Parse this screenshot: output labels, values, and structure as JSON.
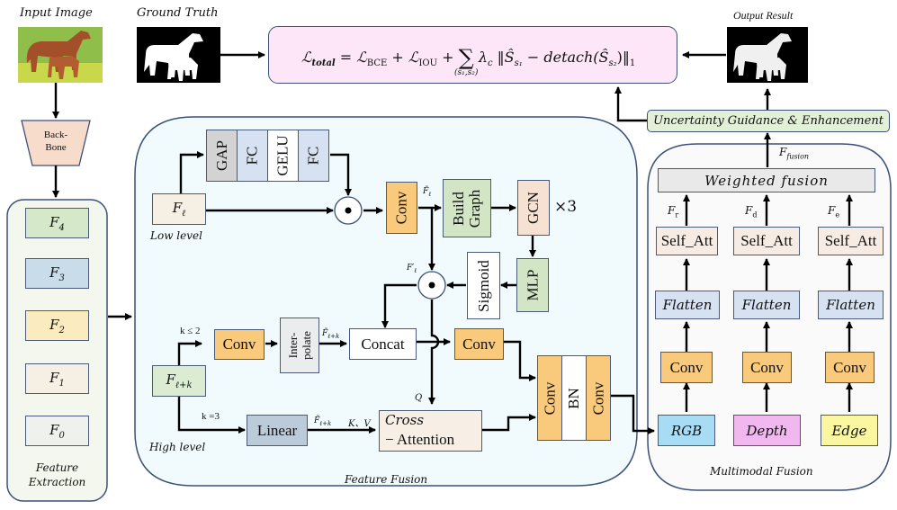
{
  "top": {
    "input_image_label": "Input Image",
    "ground_truth_label": "Ground Truth",
    "output_result_label": "Output Result",
    "loss_formula": {
      "lhs": "ℒ",
      "lhs_sub": "total",
      "term1": "ℒ",
      "term1_sub": "BCE",
      "term2": "ℒ",
      "term2_sub": "IOU",
      "sum_symbol": "∑",
      "sum_sub": "(s₁,s₂)",
      "rest": "λ",
      "rest_sub": "c",
      "norm_expr": "‖Ŝ",
      "norm_s1": "s₁",
      "minus_detach": " − detach(Ŝ",
      "norm_s2": "s₂",
      "close": ")‖",
      "close_sub": "1",
      "equals": " = ",
      "plus": " + "
    },
    "uncertainty_label": "Uncertainty Guidance & Enhancement"
  },
  "backbone": {
    "line1": "Back-",
    "line2": "Bone"
  },
  "feature_extraction": {
    "title_line1": "Feature",
    "title_line2": "Extraction",
    "features": [
      {
        "name": "F",
        "sub": "4",
        "color": "#d5e8c9"
      },
      {
        "name": "F",
        "sub": "3",
        "color": "#c9dcea"
      },
      {
        "name": "F",
        "sub": "2",
        "color": "#fbecc0"
      },
      {
        "name": "F",
        "sub": "1",
        "color": "#f6efe3"
      },
      {
        "name": "F",
        "sub": "0",
        "color": "#eff2ec"
      }
    ]
  },
  "feature_fusion": {
    "title": "Feature Fusion",
    "low_feature": "F",
    "low_feature_sub": "ℓ",
    "low_level_label": "Low level",
    "channel_attention": [
      "GAP",
      "FC",
      "GELU",
      "FC"
    ],
    "conv_label": "Conv",
    "f_tilde_l": "F̃",
    "f_tilde_l_sub": "ℓ",
    "build_graph_line1": "Build",
    "build_graph_line2": "Graph",
    "gcn_label": "GCN",
    "gcn_repeat": "×3",
    "mlp_label": "MLP",
    "sigmoid_label": "Sigmoid",
    "f_prime_l": "F′",
    "f_prime_l_sub": "ℓ",
    "high_feature": "F",
    "high_feature_sub": "ℓ+k",
    "high_level_label": "High level",
    "k_le_2": "k ≤ 2",
    "k_eq_3": "k =3",
    "conv2_label": "Conv",
    "interpolate_line1": "Inter-",
    "interpolate_line2": "polate",
    "f_tilde_lk": "F̃",
    "f_tilde_lk_sub": "ℓ+k",
    "concat_label": "Concat",
    "conv3_label": "Conv",
    "linear_label": "Linear",
    "f_tilde_lk2": "F̃",
    "f_tilde_lk2_sub": "ℓ+k",
    "kv_label": "K、V",
    "q_label": "Q",
    "cross_line1": "Cross",
    "cross_line2": "− Attention",
    "cbc": [
      "Conv",
      "BN",
      "Conv"
    ]
  },
  "multimodal_fusion": {
    "title": "Multimodal Fusion",
    "f_fusion": "F",
    "f_fusion_sub": "fusion",
    "weighted_fusion": "Weighted fusion",
    "branches": [
      {
        "feat": "F",
        "feat_sub": "r",
        "self_att": "Self_Att",
        "flatten": "Flatten",
        "conv": "Conv",
        "input": "RGB",
        "color": "#a8dcf4"
      },
      {
        "feat": "F",
        "feat_sub": "d",
        "self_att": "Self_Att",
        "flatten": "Flatten",
        "conv": "Conv",
        "input": "Depth",
        "color": "#f1b8f0"
      },
      {
        "feat": "F",
        "feat_sub": "e",
        "self_att": "Self_Att",
        "flatten": "Flatten",
        "conv": "Conv",
        "input": "Edge",
        "color": "#fbf7a0"
      }
    ]
  }
}
